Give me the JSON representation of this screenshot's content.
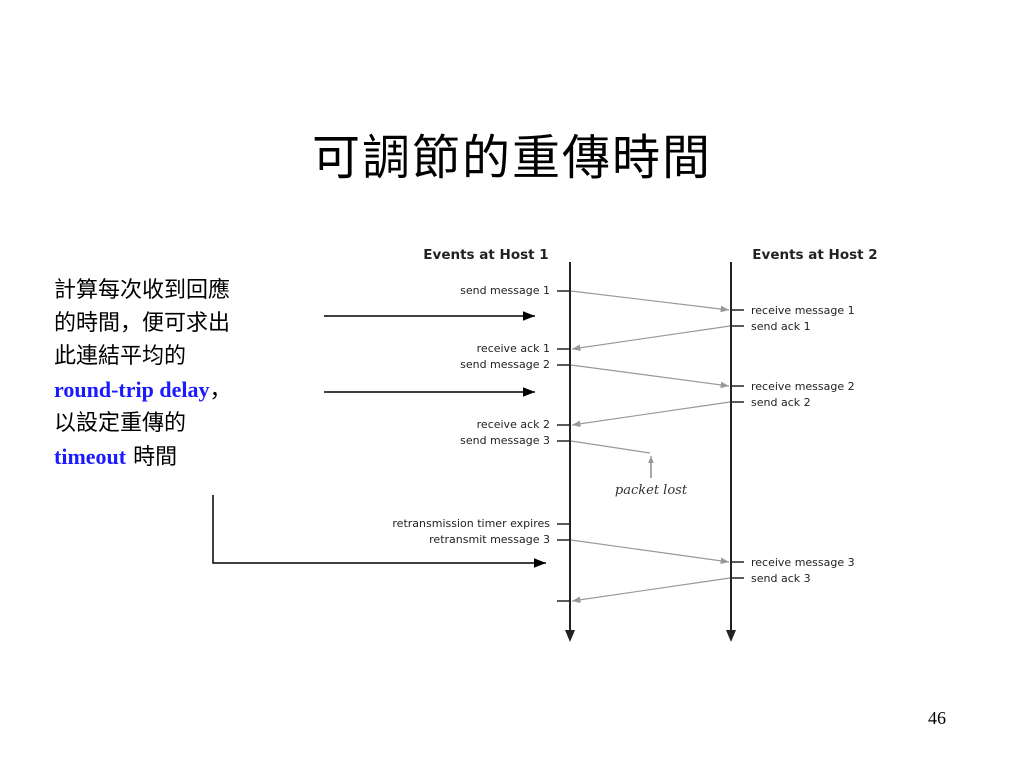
{
  "title": "可調節的重傳時間",
  "note": {
    "line1": "計算每次收到回應",
    "line2": "的時間，便可求出",
    "line3": "此連結平均的",
    "term1": "round-trip delay",
    "term1_suffix": "，",
    "line5": "以設定重傳的",
    "term2": "timeout",
    "term2_suffix": " 時間"
  },
  "colors": {
    "term": "#1a1aff",
    "timeline": "#222222",
    "message": "#999999"
  },
  "diagram": {
    "host1_heading": "Events at Host 1",
    "host2_heading": "Events at Host 2",
    "host1_events": [
      "send message 1",
      "receive ack 1",
      "send message 2",
      "receive ack 2",
      "send message 3",
      "retransmission timer expires",
      "retransmit message 3"
    ],
    "host2_events": [
      "receive message 1",
      "send ack 1",
      "receive message 2",
      "send ack 2",
      "receive message 3",
      "send ack 3"
    ],
    "packet_lost_label": "packet lost"
  },
  "page_number": "46"
}
